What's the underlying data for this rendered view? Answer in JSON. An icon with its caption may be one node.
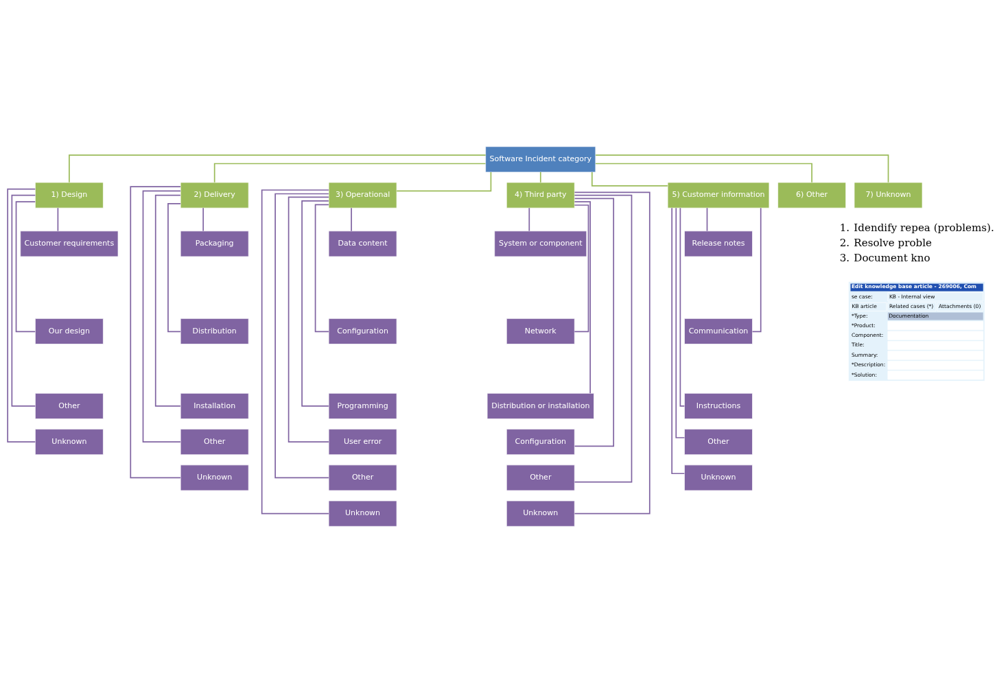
{
  "diagram": {
    "nodes": [
      {
        "text": [
          "Software Incident category"
        ]
      },
      {
        "text": [
          "1) Design"
        ]
      },
      {
        "text": [
          "2) Delivery"
        ]
      },
      {
        "text": [
          "3) Operational"
        ]
      },
      {
        "text": [
          "4) Third party"
        ]
      },
      {
        "text": [
          "5) Customer information"
        ]
      },
      {
        "text": [
          "6) Other"
        ]
      },
      {
        "text": [
          "7) Unknown"
        ]
      },
      {
        "text": [
          "Customer requirements"
        ]
      },
      {
        "text": [
          "Our design"
        ]
      },
      {
        "text": [
          "Other"
        ]
      },
      {
        "text": [
          "Unknown"
        ]
      },
      {
        "text": [
          "Packaging"
        ]
      },
      {
        "text": [
          "Distribution"
        ]
      },
      {
        "text": [
          "Installation"
        ]
      },
      {
        "text": [
          "Other"
        ]
      },
      {
        "text": [
          "Unknown"
        ]
      },
      {
        "text": [
          "Data content"
        ]
      },
      {
        "text": [
          "Configuration"
        ]
      },
      {
        "text": [
          "Programming"
        ]
      },
      {
        "text": [
          "User error"
        ]
      },
      {
        "text": [
          "Other"
        ]
      },
      {
        "text": [
          "Unknown"
        ]
      },
      {
        "text": [
          "System or component"
        ]
      },
      {
        "text": [
          "Network"
        ]
      },
      {
        "text": [
          "Distribution or installation"
        ]
      },
      {
        "text": [
          "Configuration"
        ]
      },
      {
        "text": [
          "Other"
        ]
      },
      {
        "text": [
          "Unknown"
        ]
      },
      {
        "text": [
          "Release notes"
        ]
      },
      {
        "text": [
          "Communication"
        ]
      },
      {
        "text": [
          "Instructions"
        ]
      },
      {
        "text": [
          "Other"
        ]
      },
      {
        "text": [
          "Unknown"
        ]
      }
    ],
    "edges": [
      {
        "from": 0,
        "to": 1,
        "arrow": "none",
        "color": "#9bbb59"
      },
      {
        "from": 0,
        "to": 2,
        "arrow": "none",
        "color": "#9bbb59"
      },
      {
        "from": 0,
        "to": 3,
        "arrow": "none",
        "color": "#9bbb59"
      },
      {
        "from": 0,
        "to": 4,
        "arrow": "none",
        "color": "#9bbb59"
      },
      {
        "from": 0,
        "to": 5,
        "arrow": "none",
        "color": "#9bbb59"
      },
      {
        "from": 0,
        "to": 6,
        "arrow": "none",
        "color": "#9bbb59"
      },
      {
        "from": 0,
        "to": 7,
        "arrow": "none",
        "color": "#9bbb59"
      },
      {
        "from": 1,
        "to": 8,
        "arrow": "none"
      },
      {
        "from": 1,
        "to": 9,
        "arrow": "none"
      },
      {
        "from": 1,
        "to": 10,
        "arrow": "none"
      },
      {
        "from": 1,
        "to": 11,
        "arrow": "none"
      },
      {
        "from": 2,
        "to": 12,
        "arrow": "none"
      },
      {
        "from": 2,
        "to": 13,
        "arrow": "none"
      },
      {
        "from": 2,
        "to": 14,
        "arrow": "none"
      },
      {
        "from": 2,
        "to": 15,
        "arrow": "none"
      },
      {
        "from": 2,
        "to": 16,
        "arrow": "none"
      },
      {
        "from": 3,
        "to": 17,
        "arrow": "none"
      },
      {
        "from": 3,
        "to": 18,
        "arrow": "none"
      },
      {
        "from": 3,
        "to": 19,
        "arrow": "none"
      },
      {
        "from": 3,
        "to": 20,
        "arrow": "none"
      },
      {
        "from": 3,
        "to": 21,
        "arrow": "none"
      },
      {
        "from": 3,
        "to": 22,
        "arrow": "none"
      },
      {
        "from": 4,
        "to": 23,
        "arrow": "none"
      },
      {
        "from": 4,
        "to": 24,
        "arrow": "none"
      },
      {
        "from": 4,
        "to": 25,
        "arrow": "none"
      },
      {
        "from": 4,
        "to": 26,
        "arrow": "none"
      },
      {
        "from": 4,
        "to": 27,
        "arrow": "none"
      },
      {
        "from": 4,
        "to": 28,
        "arrow": "none"
      },
      {
        "from": 5,
        "to": 29,
        "arrow": "none"
      },
      {
        "from": 5,
        "to": 30,
        "arrow": "none"
      },
      {
        "from": 5,
        "to": 31,
        "arrow": "none"
      },
      {
        "from": 5,
        "to": 32,
        "arrow": "none"
      },
      {
        "from": 5,
        "to": 33,
        "arrow": "none"
      }
    ],
    "labels": [
      "1.",
      "Idendify repea (problems).",
      "2.",
      "Resolve proble",
      "3.",
      "Document kno",
      "Edit knowledge base article - 269006, Com",
      "se case:",
      "KB - Internal view",
      "KB article",
      "Related cases (*)",
      "Attachments (0)",
      "*Type:",
      "Documentation",
      "*Product:",
      "Component:",
      "Title:",
      "Summary:",
      "*Description:",
      "*Solution:"
    ]
  }
}
